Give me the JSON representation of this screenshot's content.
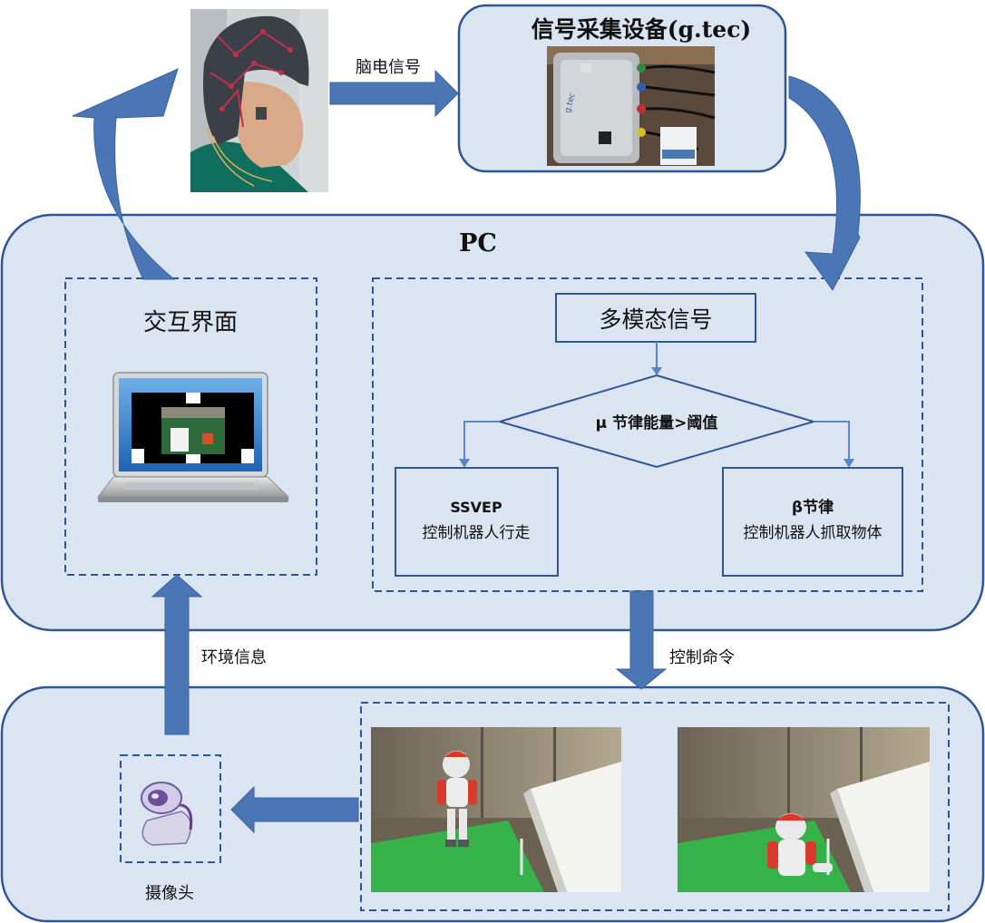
{
  "labels": {
    "eeg_signal": "脑电信号",
    "acquisition_device": "信号采集设备(g.tec)",
    "pc": "PC",
    "interaction_interface": "交互界面",
    "multimodal_signal": "多模态信号",
    "decision": "μ 节律能量>阈值",
    "ssvep_title": "SSVEP",
    "ssvep_desc": "控制机器人行走",
    "beta_title": "β节律",
    "beta_desc": "控制机器人抓取物体",
    "env_info": "环境信息",
    "control_cmd": "控制命令",
    "camera": "摄像头"
  },
  "colors": {
    "panel_fill": "#dbe5f1",
    "panel_stroke": "#2f5597",
    "arrow_fill": "#4a76b5",
    "line_blue": "#5b86c5",
    "dash_stroke": "#2f5597"
  },
  "icons": {
    "subject_photo": "eeg-cap-subject-photo",
    "device_photo": "gtec-amplifier-photo",
    "laptop": "laptop-icon",
    "webcam": "webcam-icon",
    "robot_photo_1": "nao-robot-walking-photo",
    "robot_photo_2": "nao-robot-grasping-photo"
  }
}
